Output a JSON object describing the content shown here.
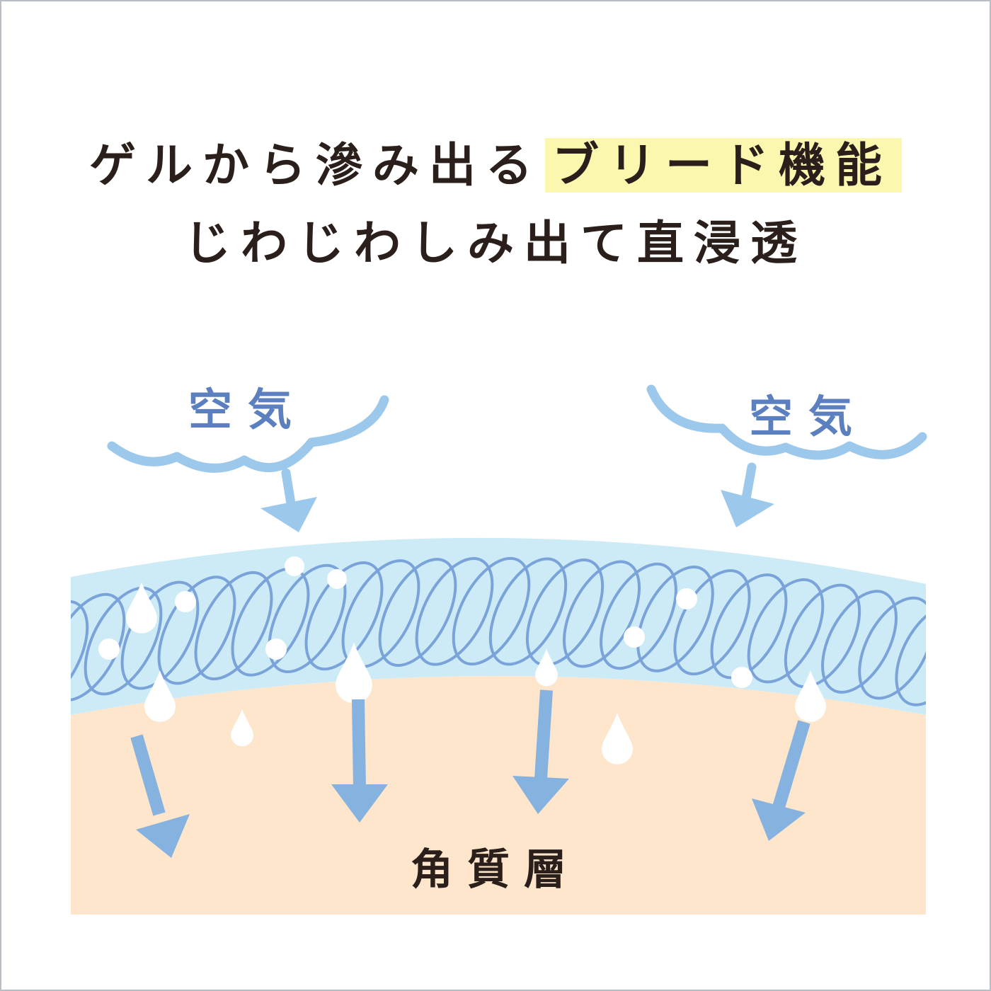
{
  "headline": {
    "part1": "ゲルから滲み出る",
    "highlight": "ブリード機能",
    "line2": "じわじわしみ出て直浸透"
  },
  "labels": {
    "air_left": "空気",
    "air_right": "空気",
    "layer": "角質層"
  },
  "colors": {
    "text_dark": "#2a1f1a",
    "highlight_bg": "#fbf7ae",
    "air_text": "#5b7fbf",
    "air_stroke": "#9cc8ec",
    "gel_fill": "#cdebf7",
    "gel_loops": "#7aa3d9",
    "skin_fill": "#fde6cc",
    "penetration_arrow": "#86b2e0",
    "droplet": "#ffffff"
  }
}
